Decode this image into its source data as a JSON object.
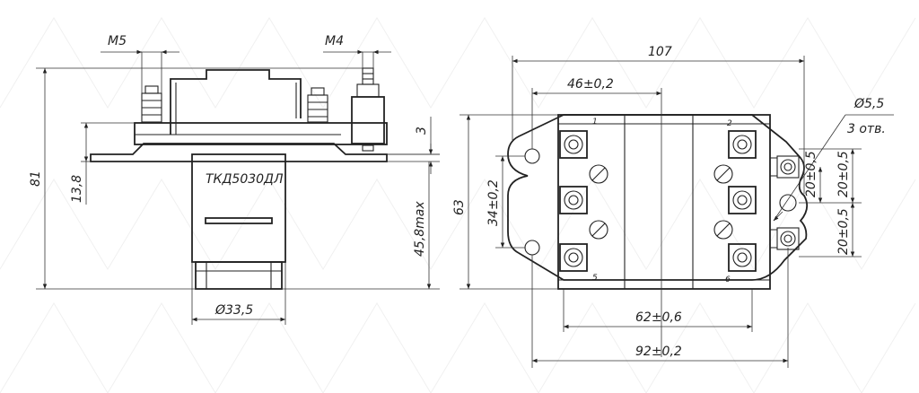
{
  "side_view": {
    "thread_left": "M5",
    "thread_right": "M4",
    "height_total": "81",
    "height_flange": "13,8",
    "flange_thickness": "3",
    "body_height": "45,8max",
    "body_label": "ТКД5030ДЛ",
    "body_diameter": "Ø33,5"
  },
  "top_view": {
    "width_total": "107",
    "half_spacing": "46±0,2",
    "height_total": "63",
    "hole_spacing": "34±0,2",
    "hole_diameter": "Ø5,5",
    "hole_count": "3 отв.",
    "pitch_upper": "20±0,5",
    "pitch_upper_inner": "20±0,5",
    "pitch_lower": "20±0,5",
    "terminal_spacing": "62±0,6",
    "mount_spacing": "92±0,2",
    "terminal_numbers": [
      "1",
      "2",
      "5",
      "6"
    ]
  }
}
